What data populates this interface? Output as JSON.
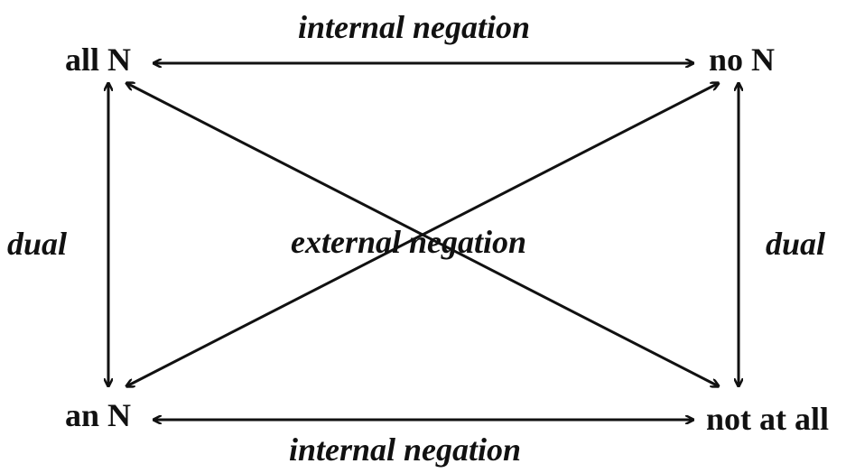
{
  "corners": {
    "top_left": "all N",
    "top_right": "no N",
    "bottom_left": "an N",
    "bottom_right": "not at all"
  },
  "labels": {
    "top": "internal negation",
    "bottom": "internal negation",
    "left": "dual",
    "right": "dual",
    "center": "external negation"
  }
}
